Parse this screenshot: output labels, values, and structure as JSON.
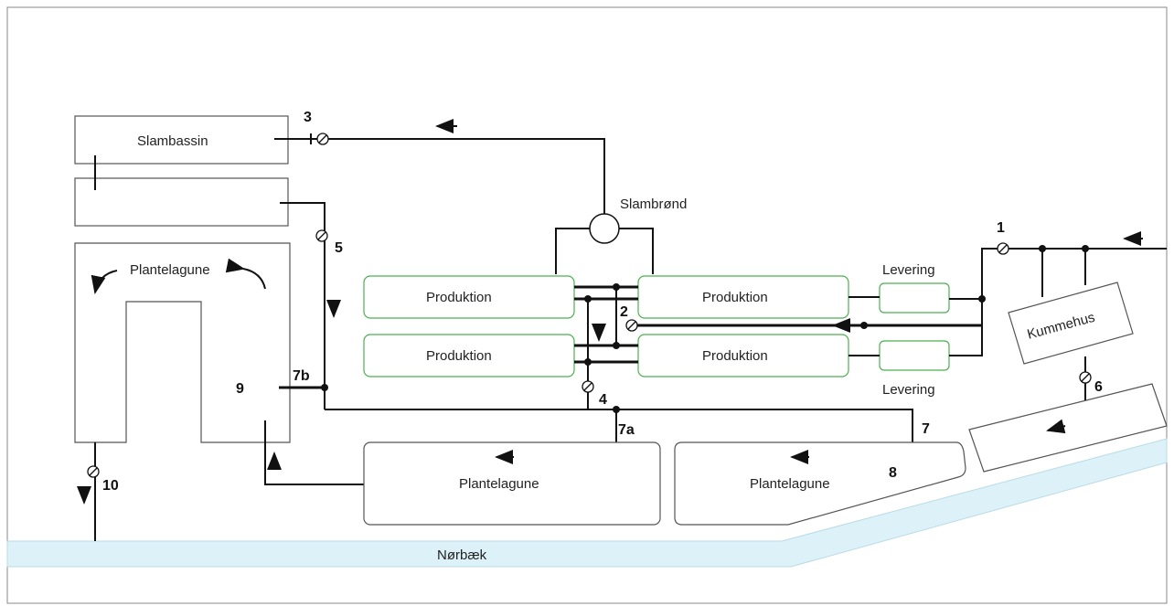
{
  "title": "",
  "colors": {
    "stream": "#dcf1f8",
    "production_border": "#4caf50",
    "line": "#111111",
    "frame": "#888888"
  },
  "labels": {
    "slambassin": "Slambassin",
    "slambrond": "Slambrønd",
    "plantelagune_left": "Plantelagune",
    "produktion_1": "Produktion",
    "produktion_2": "Produktion",
    "produktion_3": "Produktion",
    "produktion_4": "Produktion",
    "levering_top": "Levering",
    "levering_bottom": "Levering",
    "kummehus": "Kummehus",
    "plantelagune_mid": "Plantelagune",
    "plantelagune_right": "Plantelagune",
    "stream": "Nørbæk"
  },
  "points": {
    "p1": "1",
    "p2": "2",
    "p3": "3",
    "p4": "4",
    "p5": "5",
    "p6": "6",
    "p7": "7",
    "p7a": "7a",
    "p7b": "7b",
    "p8": "8",
    "p9": "9",
    "p10": "10"
  }
}
